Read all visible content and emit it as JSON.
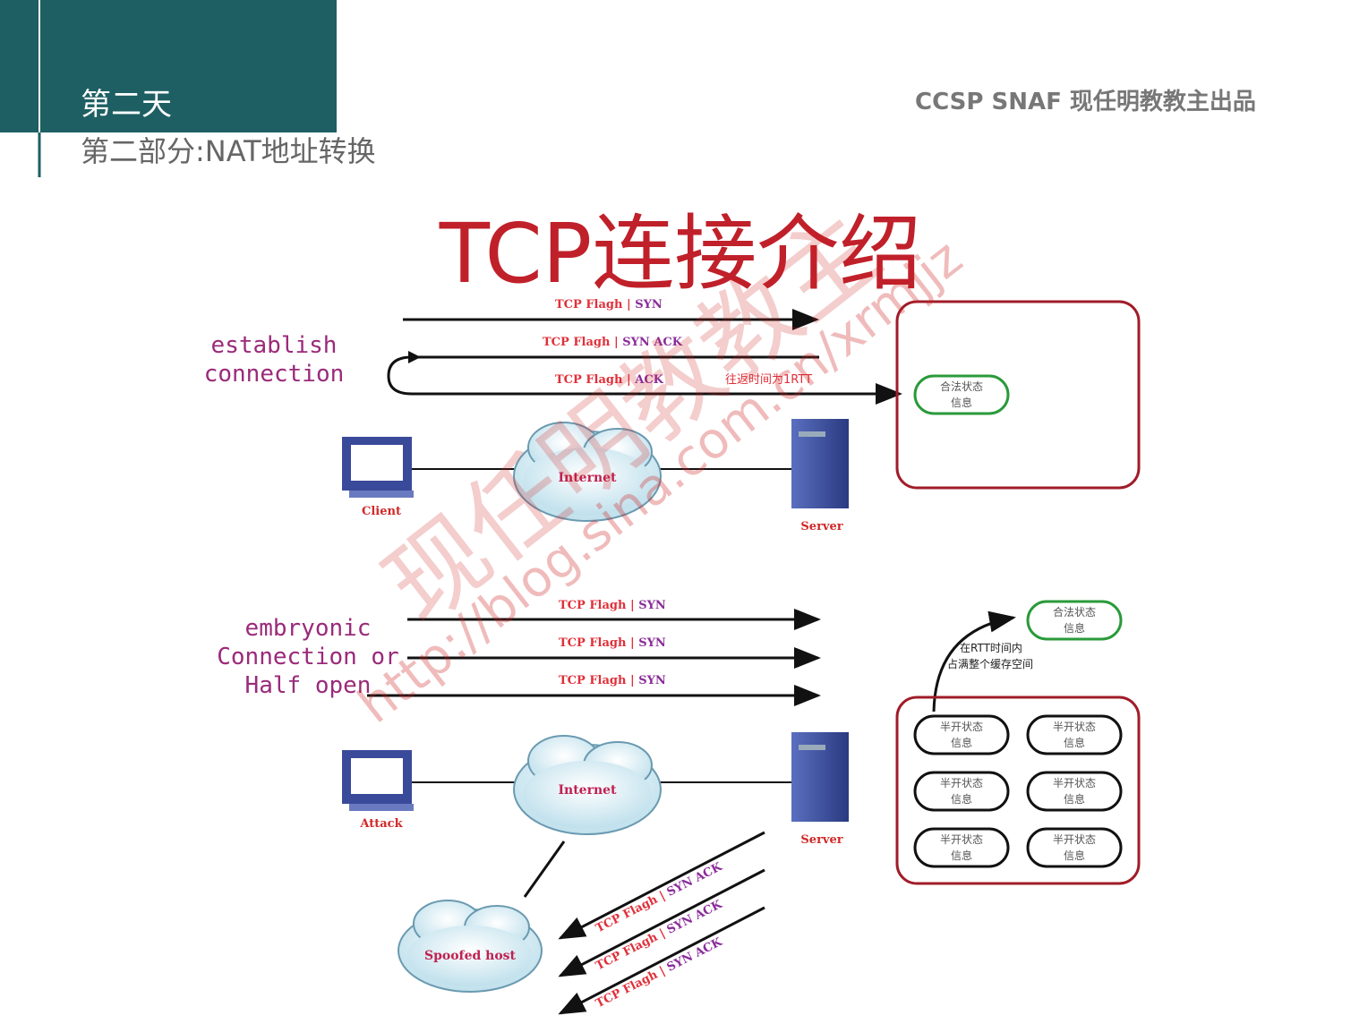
{
  "header": {
    "day": "第二天",
    "section": "第二部分:NAT地址转换",
    "brand": "CCSP SNAF  现任明教教主出品"
  },
  "title": "TCP连接介绍",
  "colors": {
    "header_bg": "#1e5f63",
    "title": "#c0202a",
    "box_border": "#a01c28",
    "green": "#2a9a3a"
  },
  "establish": {
    "label_line1": "establish",
    "label_line2": "connection",
    "arrows": [
      {
        "flag": "TCP Flagh | ",
        "value": "SYN"
      },
      {
        "flag": "TCP Flagh | ",
        "value": "SYN ACK"
      },
      {
        "flag": "TCP Flagh | ",
        "value": "ACK"
      }
    ],
    "rtt_note": "往返时间为1RTT",
    "client": "Client",
    "internet": "Internet",
    "server": "Server",
    "state_info": [
      "合法状态",
      "信息"
    ]
  },
  "embryonic": {
    "label_line1": "embryonic",
    "label_line2": "Connection or",
    "label_line3": "Half open",
    "arrows": [
      {
        "flag": "TCP Flagh | ",
        "value": "SYN"
      },
      {
        "flag": "TCP Flagh | ",
        "value": "SYN"
      },
      {
        "flag": "TCP Flagh | ",
        "value": "SYN"
      }
    ],
    "attack": "Attack",
    "internet": "Internet",
    "server": "Server",
    "spoofed": "Spoofed host",
    "reply_arrows": [
      {
        "flag": "TCP Flagh | ",
        "value": "SYN ACK"
      },
      {
        "flag": "TCP Flagh | ",
        "value": "SYN ACK"
      },
      {
        "flag": "TCP Flagh | ",
        "value": "SYN ACK"
      }
    ],
    "legit_state": [
      "合法状态",
      "信息"
    ],
    "note_line1": "在RTT时间内",
    "note_line2": "占满整个缓存空间",
    "half_open_states": [
      [
        "半开状态",
        "信息"
      ],
      [
        "半开状态",
        "信息"
      ],
      [
        "半开状态",
        "信息"
      ],
      [
        "半开状态",
        "信息"
      ],
      [
        "半开状态",
        "信息"
      ],
      [
        "半开状态",
        "信息"
      ]
    ]
  },
  "watermark": {
    "cn": "现任明教教主",
    "url": "http://blog.sina.com.cn/xrmjjz"
  }
}
